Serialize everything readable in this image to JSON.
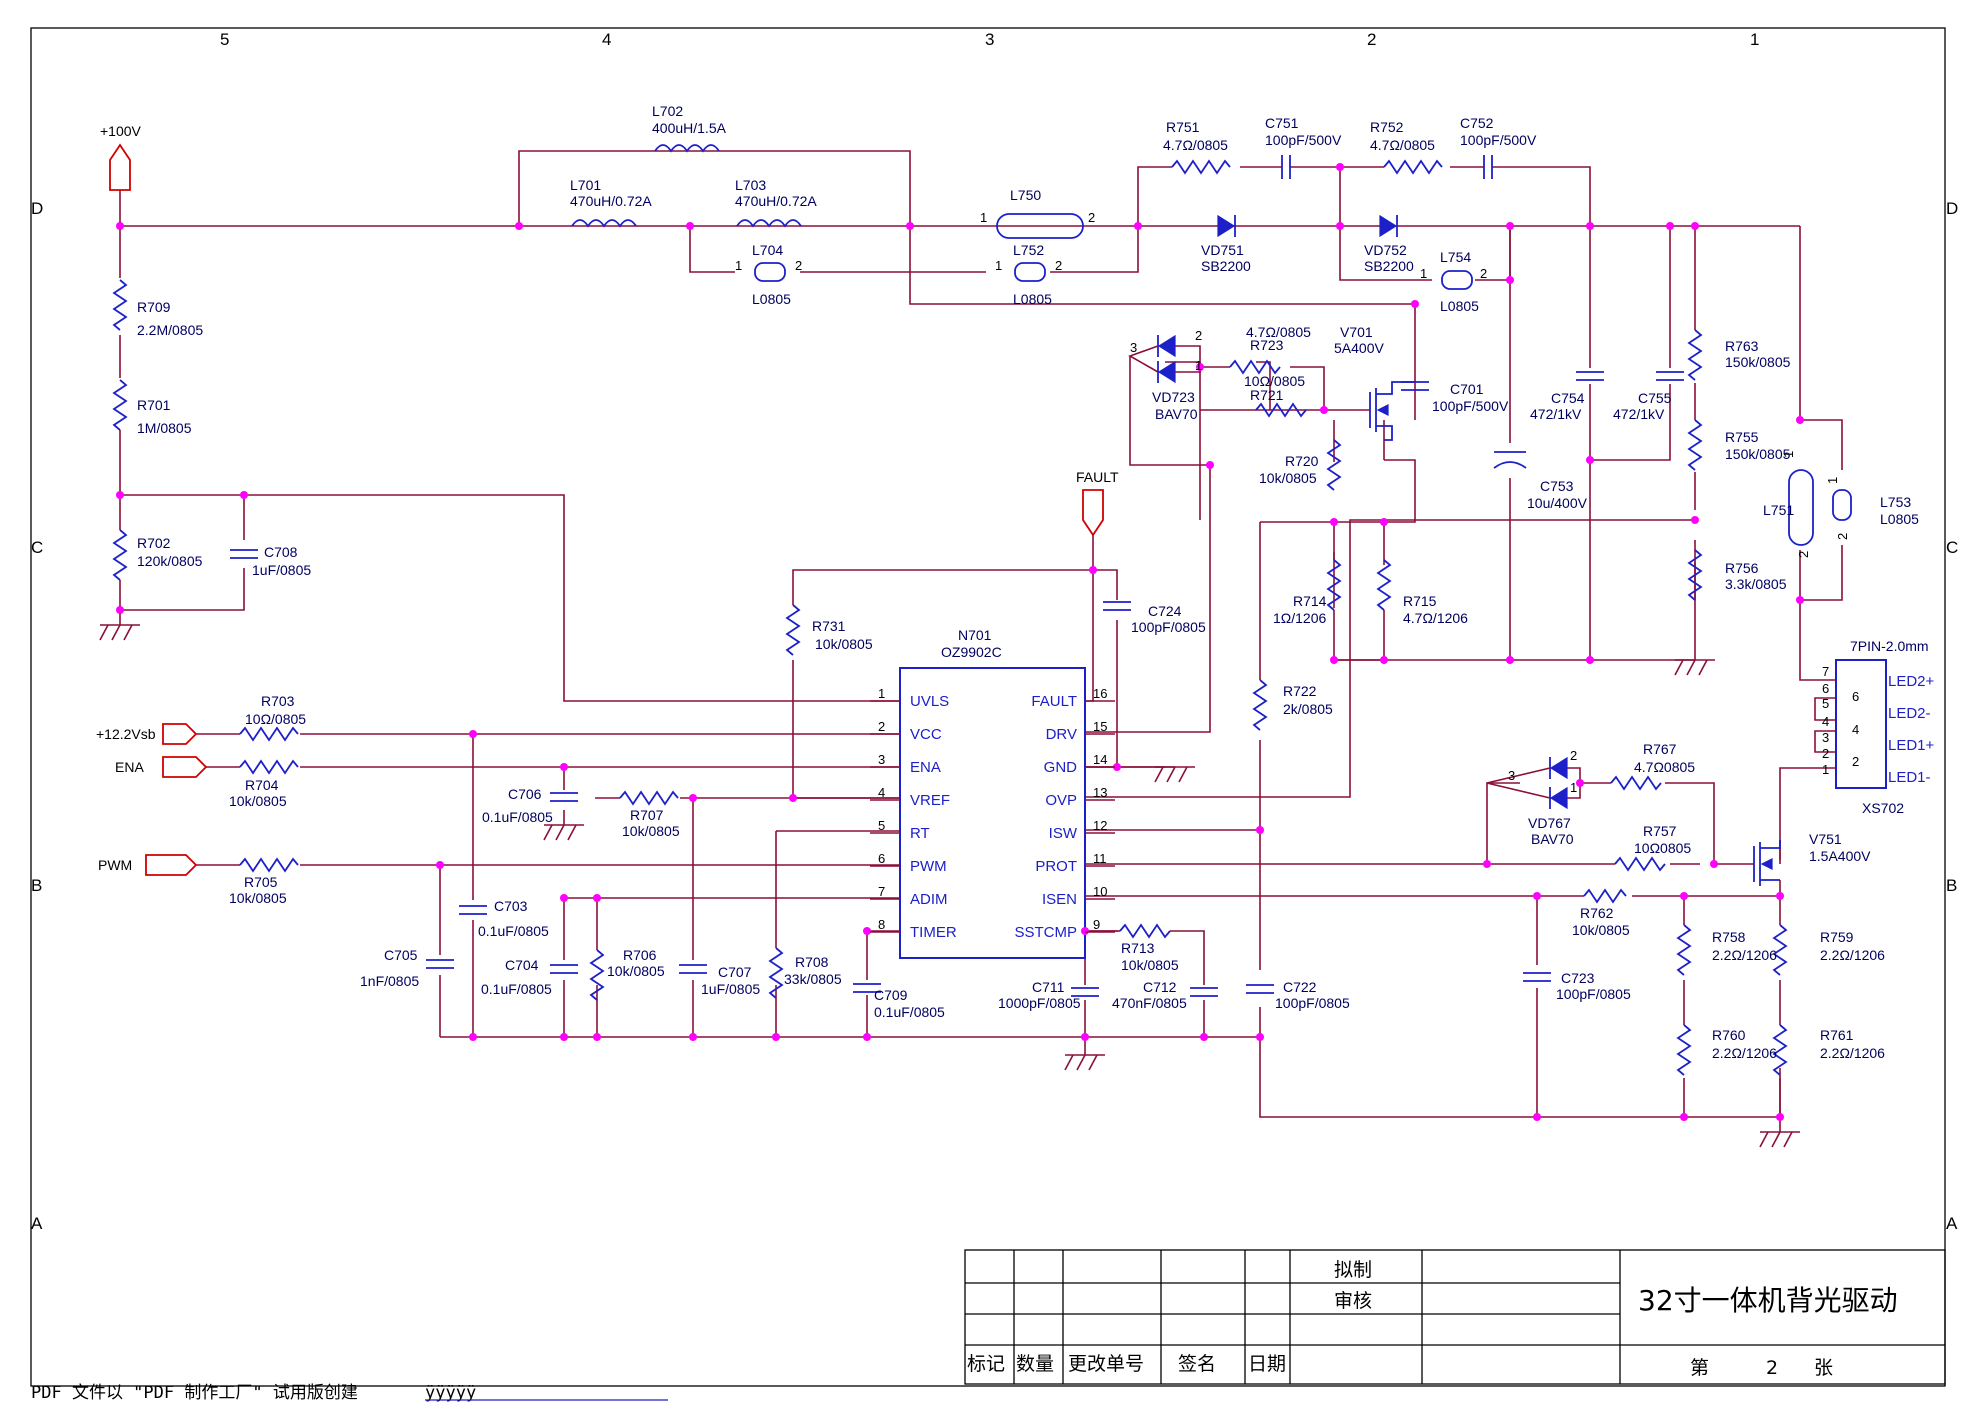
{
  "grid": {
    "columns": [
      "5",
      "4",
      "3",
      "2",
      "1"
    ],
    "rows": [
      "D",
      "C",
      "B",
      "A"
    ]
  },
  "ports": {
    "hv": "+100V",
    "vsb": "+12.2Vsb",
    "ena": "ENA",
    "pwm": "PWM",
    "fault": "FAULT"
  },
  "ic": {
    "ref": "N701",
    "part": "OZ9902C",
    "left_pins": [
      {
        "num": "1",
        "name": "UVLS"
      },
      {
        "num": "2",
        "name": "VCC"
      },
      {
        "num": "3",
        "name": "ENA"
      },
      {
        "num": "4",
        "name": "VREF"
      },
      {
        "num": "5",
        "name": "RT"
      },
      {
        "num": "6",
        "name": "PWM"
      },
      {
        "num": "7",
        "name": "ADIM"
      },
      {
        "num": "8",
        "name": "TIMER"
      }
    ],
    "right_pins": [
      {
        "num": "16",
        "name": "FAULT"
      },
      {
        "num": "15",
        "name": "DRV"
      },
      {
        "num": "14",
        "name": "GND"
      },
      {
        "num": "13",
        "name": "OVP"
      },
      {
        "num": "12",
        "name": "ISW"
      },
      {
        "num": "11",
        "name": "PROT"
      },
      {
        "num": "10",
        "name": "ISEN"
      },
      {
        "num": "9",
        "name": "SSTCMP"
      }
    ]
  },
  "components": {
    "L702": {
      "ref": "L702",
      "val": "400uH/1.5A"
    },
    "L701": {
      "ref": "L701",
      "val": "470uH/0.72A"
    },
    "L703": {
      "ref": "L703",
      "val": "470uH/0.72A"
    },
    "L704": {
      "ref": "L704",
      "val": "L0805"
    },
    "L750": {
      "ref": "L750"
    },
    "L752": {
      "ref": "L752",
      "val": "L0805"
    },
    "R751": {
      "ref": "R751",
      "val": "4.7Ω/0805"
    },
    "C751": {
      "ref": "C751",
      "val": "100pF/500V"
    },
    "R752": {
      "ref": "R752",
      "val": "4.7Ω/0805"
    },
    "C752": {
      "ref": "C752",
      "val": "100pF/500V"
    },
    "VD751": {
      "ref": "VD751",
      "val": "SB2200"
    },
    "VD752": {
      "ref": "VD752",
      "val": "SB2200"
    },
    "L754": {
      "ref": "L754",
      "val": "L0805"
    },
    "R709": {
      "ref": "R709",
      "val": "2.2M/0805"
    },
    "R701": {
      "ref": "R701",
      "val": "1M/0805"
    },
    "R702": {
      "ref": "R702",
      "val": "120k/0805"
    },
    "C708": {
      "ref": "C708",
      "val": "1uF/0805"
    },
    "VD723": {
      "ref": "VD723",
      "val": "BAV70"
    },
    "R723": {
      "ref": "R723",
      "val": "4.7Ω/0805"
    },
    "R721": {
      "ref": "R721",
      "val": "10Ω/0805"
    },
    "V701": {
      "ref": "V701",
      "val": "5A400V"
    },
    "C701": {
      "ref": "C701",
      "val": "100pF/500V"
    },
    "C754": {
      "ref": "C754",
      "val": "472/1kV"
    },
    "C755": {
      "ref": "C755",
      "val": "472/1kV"
    },
    "C753": {
      "ref": "C753",
      "val": "10u/400V"
    },
    "R763": {
      "ref": "R763",
      "val": "150k/0805"
    },
    "R755": {
      "ref": "R755",
      "val": "150k/0805"
    },
    "R756": {
      "ref": "R756",
      "val": "3.3k/0805"
    },
    "L751": {
      "ref": "L751"
    },
    "L753": {
      "ref": "L753",
      "val": "L0805"
    },
    "R720": {
      "ref": "R720",
      "val": "10k/0805"
    },
    "R714": {
      "ref": "R714",
      "val": "1Ω/1206"
    },
    "R715": {
      "ref": "R715",
      "val": "4.7Ω/1206"
    },
    "R731": {
      "ref": "R731",
      "val": "10k/0805"
    },
    "C724": {
      "ref": "C724",
      "val": "100pF/0805"
    },
    "R703": {
      "ref": "R703",
      "val": "10Ω/0805"
    },
    "R704": {
      "ref": "R704",
      "val": "10k/0805"
    },
    "C706": {
      "ref": "C706",
      "val": "0.1uF/0805"
    },
    "R707": {
      "ref": "R707",
      "val": "10k/0805"
    },
    "R705": {
      "ref": "R705",
      "val": "10k/0805"
    },
    "C703": {
      "ref": "C703",
      "val": "0.1uF/0805"
    },
    "C705": {
      "ref": "C705",
      "val": "1nF/0805"
    },
    "C704": {
      "ref": "C704",
      "val": "0.1uF/0805"
    },
    "R706": {
      "ref": "R706",
      "val": "10k/0805"
    },
    "C707": {
      "ref": "C707",
      "val": "1uF/0805"
    },
    "R708": {
      "ref": "R708",
      "val": "33k/0805"
    },
    "C709": {
      "ref": "C709",
      "val": "0.1uF/0805"
    },
    "C711": {
      "ref": "C711",
      "val": "1000pF/0805"
    },
    "R713": {
      "ref": "R713",
      "val": "10k/0805"
    },
    "C712": {
      "ref": "C712",
      "val": "470nF/0805"
    },
    "R722": {
      "ref": "R722",
      "val": "2k/0805"
    },
    "C722": {
      "ref": "C722",
      "val": "100pF/0805"
    },
    "VD767": {
      "ref": "VD767",
      "val": "BAV70"
    },
    "R767": {
      "ref": "R767",
      "val": "4.7Ω0805"
    },
    "R757": {
      "ref": "R757",
      "val": "10Ω0805"
    },
    "V751": {
      "ref": "V751",
      "val": "1.5A400V"
    },
    "R762": {
      "ref": "R762",
      "val": "10k/0805"
    },
    "C723": {
      "ref": "C723",
      "val": "100pF/0805"
    },
    "R758": {
      "ref": "R758",
      "val": "2.2Ω/1206"
    },
    "R759": {
      "ref": "R759",
      "val": "2.2Ω/1206"
    },
    "R760": {
      "ref": "R760",
      "val": "2.2Ω/1206"
    },
    "R761": {
      "ref": "R761",
      "val": "2.2Ω/1206"
    }
  },
  "connector": {
    "title": "7PIN-2.0mm",
    "ref": "XS702",
    "pins": [
      "6",
      "4",
      "2"
    ],
    "outer_pins": [
      "7",
      "6",
      "5",
      "4",
      "3",
      "2",
      "1"
    ],
    "labels": [
      "LED2+",
      "LED2-",
      "LED1+",
      "LED1-"
    ]
  },
  "title_block": {
    "draft": "拟制",
    "review": "审核",
    "title": "32寸一体机背光驱动",
    "h_mark": "标记",
    "h_qty": "数量",
    "h_change": "更改单号",
    "h_sign": "签名",
    "h_date": "日期",
    "sheet_prefix": "第",
    "sheet_no": "2",
    "sheet_suffix": "张"
  },
  "footer": {
    "text": "PDF 文件以 \"PDF 制作工厂\" 试用版创建",
    "link": "ÿÿÿÿÿ"
  },
  "colors": {
    "wire": "#8a0f3a",
    "component": "#1d20c8",
    "port": "#d00000",
    "junction": "#ff00ff"
  }
}
